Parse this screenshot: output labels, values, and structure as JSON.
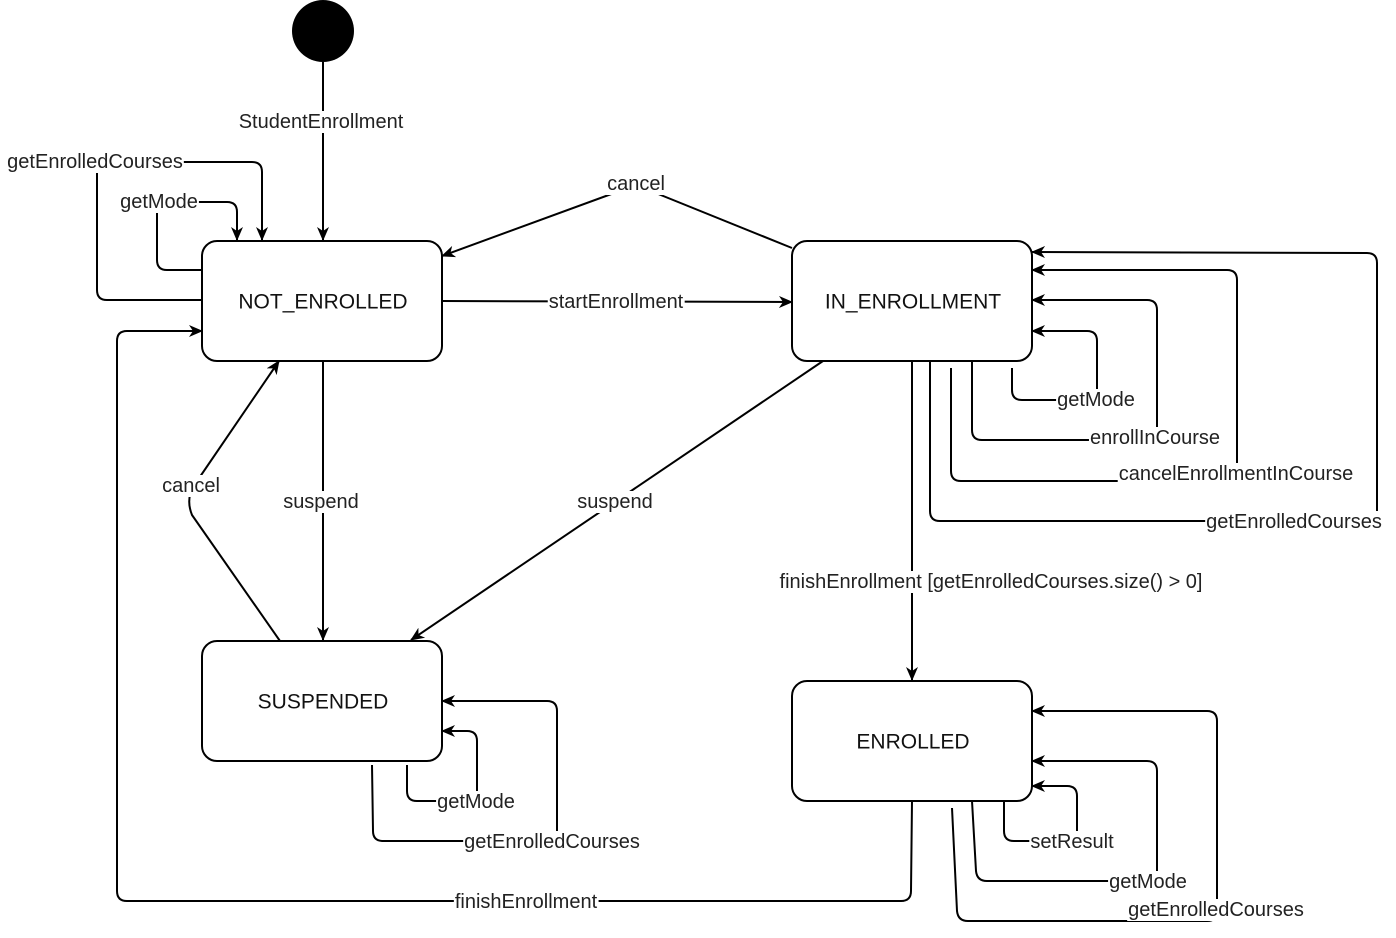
{
  "diagram": {
    "type": "state-machine",
    "states": {
      "not_enrolled": "NOT_ENROLLED",
      "in_enrollment": "IN_ENROLLMENT",
      "suspended": "SUSPENDED",
      "enrolled": "ENROLLED"
    },
    "transitions": {
      "initial": "StudentEnrollment",
      "ne_get_enrolled_courses": "getEnrolledCourses",
      "ne_get_mode": "getMode",
      "ie_cancel": "cancel",
      "start_enrollment": "startEnrollment",
      "ne_suspend": "suspend",
      "su_cancel": "cancel",
      "ie_suspend": "suspend",
      "ie_get_mode": "getMode",
      "ie_enroll_in_course": "enrollInCourse",
      "ie_cancel_enrollment_in_course": "cancelEnrollmentInCourse",
      "ie_get_enrolled_courses": "getEnrolledCourses",
      "finish_enrollment_guarded": "finishEnrollment [getEnrolledCourses.size() > 0]",
      "su_get_mode": "getMode",
      "su_get_enrolled_courses": "getEnrolledCourses",
      "en_set_result": "setResult",
      "en_get_mode": "getMode",
      "en_get_enrolled_courses": "getEnrolledCourses",
      "finish_enrollment": "finishEnrollment"
    }
  }
}
